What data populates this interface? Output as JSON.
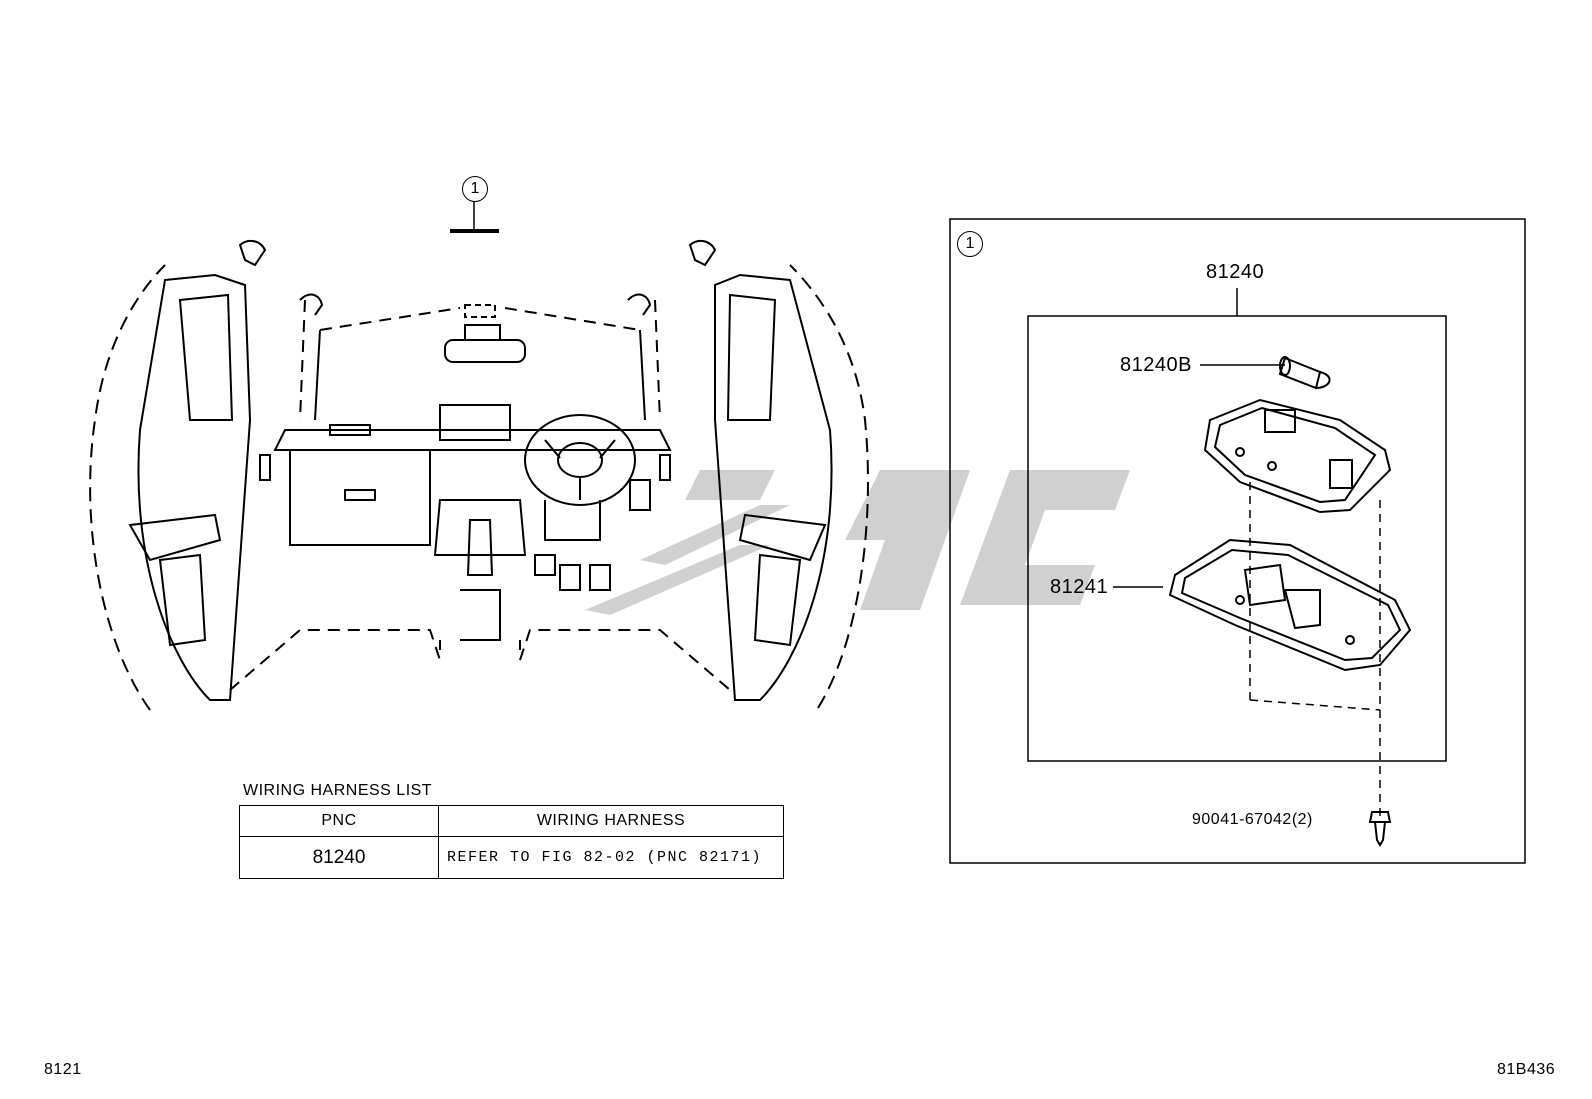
{
  "overview": {
    "callout": "1"
  },
  "detail_box": {
    "callout": "1",
    "assembly_part": "81240",
    "bulb_part": "81240B",
    "housing_part": "81241",
    "screw_part": "90041-67042(2)"
  },
  "wiring_harness": {
    "title": "WIRING HARNESS LIST",
    "headers": [
      "PNC",
      "WIRING HARNESS"
    ],
    "rows": [
      {
        "pnc": "81240",
        "harness": "REFER TO FIG 82-02 (PNC 82171)"
      }
    ]
  },
  "footer": {
    "left_code": "8121",
    "right_code": "81B436"
  },
  "colors": {
    "line": "#000000",
    "watermark": "#c8c8c8"
  }
}
